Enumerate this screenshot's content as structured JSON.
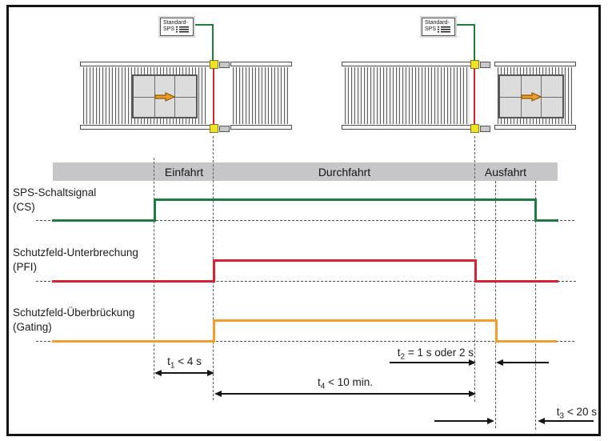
{
  "figure": {
    "type": "timing-diagram",
    "description": "Gating / muting sequence of a safety light curtain on roller conveyors"
  },
  "colors": {
    "green": "#1e7b41",
    "red": "#d62235",
    "orange": "#f09e2d",
    "yellow": "#f2e224",
    "band_gray": "#c6c6c9"
  },
  "plc": {
    "line1": "Standard-",
    "line2": "SPS"
  },
  "band": {
    "sections": [
      {
        "label": "Einfahrt"
      },
      {
        "label": "Durchfahrt"
      },
      {
        "label": "Ausfahrt"
      }
    ]
  },
  "signals": [
    {
      "line1": "SPS-Schaltsignal",
      "line2": "(CS)",
      "color": "#1e7b41",
      "high_phase": "Einfahrt bis Ende Ausfahrt"
    },
    {
      "line1": "Schutzfeld-Unterbrechung",
      "line2": "(PFI)",
      "color": "#d62235",
      "high_phase": "Durchfahrt"
    },
    {
      "line1": "Schutzfeld-Überbrückung",
      "line2": "(Gating)",
      "color": "#f09e2d",
      "high_phase": "Durchfahrt bis kurz nach Ausfahrt-Beginn"
    }
  ],
  "timings": {
    "t1": {
      "sym": "t",
      "sub": "1",
      "value": " < 4 s"
    },
    "t2": {
      "sym": "t",
      "sub": "2",
      "value": " = 1 s oder 2 s"
    },
    "t3": {
      "sym": "t",
      "sub": "3",
      "value": " < 20 s"
    },
    "t4": {
      "sym": "t",
      "sub": "4",
      "value": " < 10 min."
    }
  }
}
